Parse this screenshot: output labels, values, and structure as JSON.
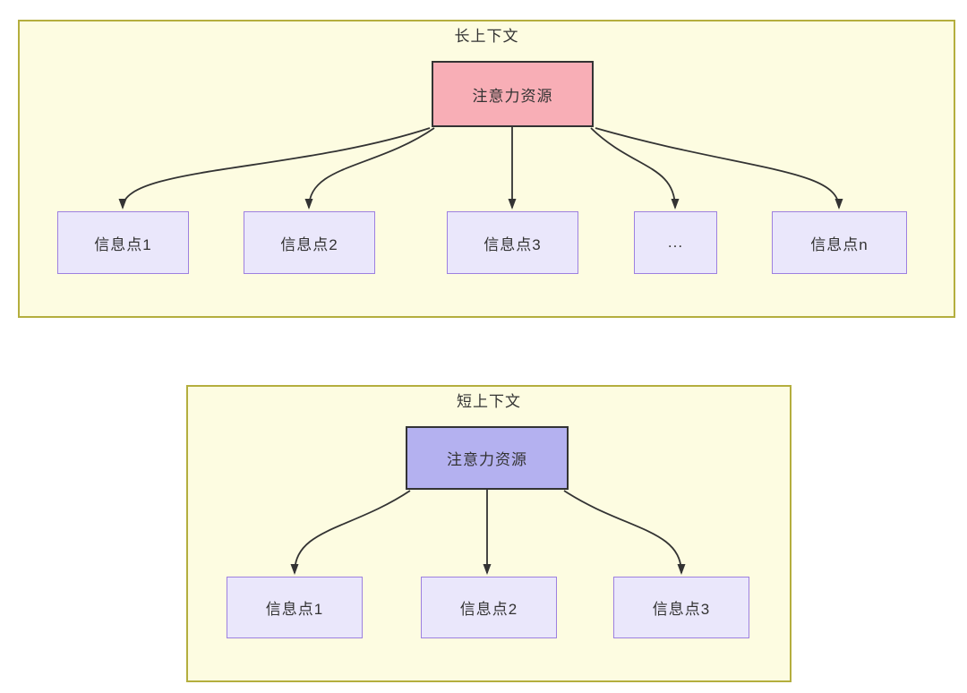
{
  "page": {
    "background": "#ffffff"
  },
  "theme": {
    "section_background": "#fdfce1",
    "section_border": "#b4ae3e",
    "root_border": "#333333",
    "long_root_background": "#f8aeb6",
    "short_root_background": "#b4b1f0",
    "child_background": "#eae7fb",
    "child_border": "#9d80e0",
    "arrow_color": "#333333",
    "text_color": "#333333"
  },
  "diagram": {
    "long_context": {
      "title": "长上下文",
      "root_label": "注意力资源",
      "children": [
        "信息点1",
        "信息点2",
        "信息点3",
        "...",
        "信息点n"
      ]
    },
    "short_context": {
      "title": "短上下文",
      "root_label": "注意力资源",
      "children": [
        "信息点1",
        "信息点2",
        "信息点3"
      ]
    }
  }
}
